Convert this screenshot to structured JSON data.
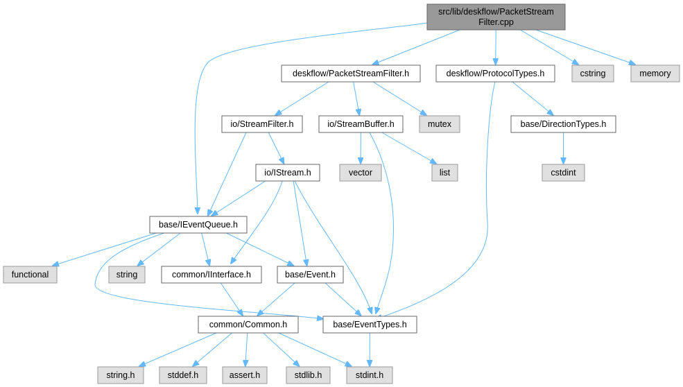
{
  "graph": {
    "nodes": [
      {
        "id": "root",
        "lines": [
          "src/lib/deskflow/PacketStream",
          "Filter.cpp"
        ],
        "kind": "root"
      },
      {
        "id": "psf_h",
        "lines": [
          "deskflow/PacketStreamFilter.h"
        ],
        "kind": "internal"
      },
      {
        "id": "proto_h",
        "lines": [
          "deskflow/ProtocolTypes.h"
        ],
        "kind": "internal"
      },
      {
        "id": "cstring",
        "lines": [
          "cstring"
        ],
        "kind": "system"
      },
      {
        "id": "memory",
        "lines": [
          "memory"
        ],
        "kind": "system"
      },
      {
        "id": "sf_h",
        "lines": [
          "io/StreamFilter.h"
        ],
        "kind": "internal"
      },
      {
        "id": "sb_h",
        "lines": [
          "io/StreamBuffer.h"
        ],
        "kind": "internal"
      },
      {
        "id": "mutex",
        "lines": [
          "mutex"
        ],
        "kind": "system"
      },
      {
        "id": "dir_h",
        "lines": [
          "base/DirectionTypes.h"
        ],
        "kind": "internal"
      },
      {
        "id": "cstdint",
        "lines": [
          "cstdint"
        ],
        "kind": "system"
      },
      {
        "id": "vector",
        "lines": [
          "vector"
        ],
        "kind": "system"
      },
      {
        "id": "list",
        "lines": [
          "list"
        ],
        "kind": "system"
      },
      {
        "id": "istream_h",
        "lines": [
          "io/IStream.h"
        ],
        "kind": "internal"
      },
      {
        "id": "ieq_h",
        "lines": [
          "base/IEventQueue.h"
        ],
        "kind": "internal"
      },
      {
        "id": "functional",
        "lines": [
          "functional"
        ],
        "kind": "system"
      },
      {
        "id": "string",
        "lines": [
          "string"
        ],
        "kind": "system"
      },
      {
        "id": "iiface_h",
        "lines": [
          "common/IInterface.h"
        ],
        "kind": "internal"
      },
      {
        "id": "event_h",
        "lines": [
          "base/Event.h"
        ],
        "kind": "internal"
      },
      {
        "id": "common_h",
        "lines": [
          "common/Common.h"
        ],
        "kind": "internal"
      },
      {
        "id": "evtypes_h",
        "lines": [
          "base/EventTypes.h"
        ],
        "kind": "internal"
      },
      {
        "id": "string_h",
        "lines": [
          "string.h"
        ],
        "kind": "system"
      },
      {
        "id": "stddef_h",
        "lines": [
          "stddef.h"
        ],
        "kind": "system"
      },
      {
        "id": "assert_h",
        "lines": [
          "assert.h"
        ],
        "kind": "system"
      },
      {
        "id": "stdlib_h",
        "lines": [
          "stdlib.h"
        ],
        "kind": "system"
      },
      {
        "id": "stdint_h",
        "lines": [
          "stdint.h"
        ],
        "kind": "system"
      }
    ],
    "edges": [
      {
        "from": "root",
        "to": "ieq_h"
      },
      {
        "from": "root",
        "to": "psf_h"
      },
      {
        "from": "root",
        "to": "proto_h"
      },
      {
        "from": "root",
        "to": "cstring"
      },
      {
        "from": "root",
        "to": "memory"
      },
      {
        "from": "psf_h",
        "to": "sf_h"
      },
      {
        "from": "psf_h",
        "to": "sb_h"
      },
      {
        "from": "psf_h",
        "to": "mutex"
      },
      {
        "from": "proto_h",
        "to": "dir_h"
      },
      {
        "from": "proto_h",
        "to": "evtypes_h"
      },
      {
        "from": "dir_h",
        "to": "cstdint"
      },
      {
        "from": "sf_h",
        "to": "istream_h"
      },
      {
        "from": "sf_h",
        "to": "ieq_h"
      },
      {
        "from": "sb_h",
        "to": "vector"
      },
      {
        "from": "sb_h",
        "to": "list"
      },
      {
        "from": "sb_h",
        "to": "evtypes_h"
      },
      {
        "from": "istream_h",
        "to": "ieq_h"
      },
      {
        "from": "istream_h",
        "to": "iiface_h"
      },
      {
        "from": "istream_h",
        "to": "event_h"
      },
      {
        "from": "istream_h",
        "to": "evtypes_h"
      },
      {
        "from": "ieq_h",
        "to": "functional"
      },
      {
        "from": "ieq_h",
        "to": "string"
      },
      {
        "from": "ieq_h",
        "to": "iiface_h"
      },
      {
        "from": "ieq_h",
        "to": "event_h"
      },
      {
        "from": "ieq_h",
        "to": "evtypes_h"
      },
      {
        "from": "iiface_h",
        "to": "common_h"
      },
      {
        "from": "event_h",
        "to": "common_h"
      },
      {
        "from": "event_h",
        "to": "evtypes_h"
      },
      {
        "from": "common_h",
        "to": "string_h"
      },
      {
        "from": "common_h",
        "to": "stddef_h"
      },
      {
        "from": "common_h",
        "to": "assert_h"
      },
      {
        "from": "common_h",
        "to": "stdlib_h"
      },
      {
        "from": "common_h",
        "to": "stdint_h"
      },
      {
        "from": "evtypes_h",
        "to": "stdint_h"
      }
    ]
  },
  "colors": {
    "edge": "#63b8ff",
    "root_fill": "#999999",
    "internal_fill": "#ffffff",
    "system_fill": "#e0e0e0",
    "border": "#666666",
    "system_border": "#999999"
  }
}
